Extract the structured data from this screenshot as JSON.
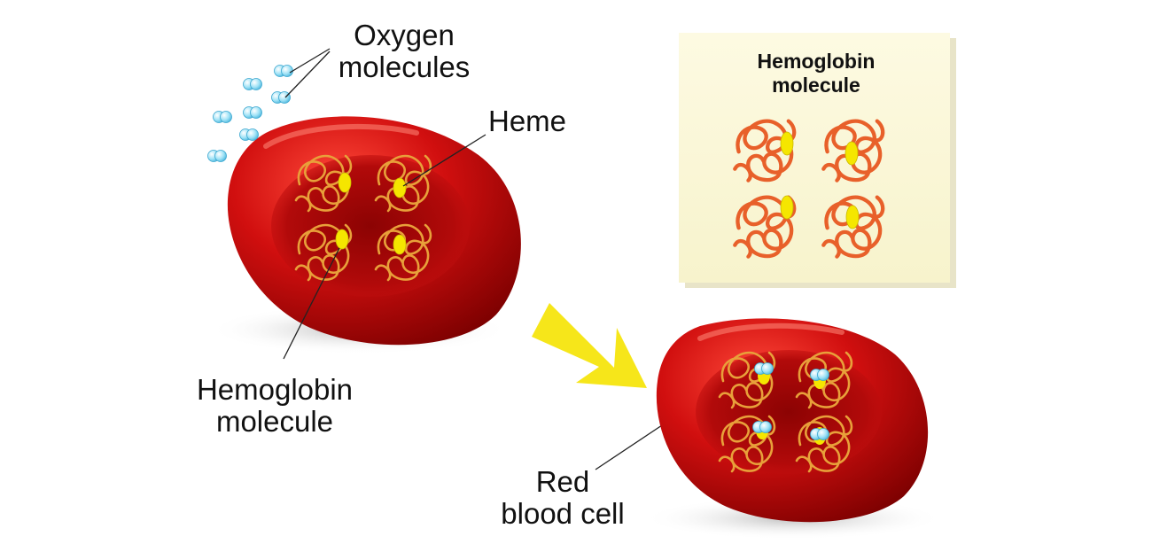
{
  "labels": {
    "oxygen_line1": "Oxygen",
    "oxygen_line2": "molecules",
    "heme": "Heme",
    "hemoglobin_line1": "Hemoglobin",
    "hemoglobin_line2": "molecule",
    "rbc_line1": "Red",
    "rbc_line2": "blood cell"
  },
  "note": {
    "title_line1": "Hemoglobin",
    "title_line2": "molecule"
  },
  "colors": {
    "cell_red": "#c80d0d",
    "cell_dark": "#8a0000",
    "chain_orange": "#e8602a",
    "chain_gold": "#e8a03a",
    "heme_yellow": "#f5e600",
    "arrow_yellow": "#f6e61a",
    "note_bg": "#fbf8d8",
    "oxygen_blue": "#7fd3ee"
  }
}
